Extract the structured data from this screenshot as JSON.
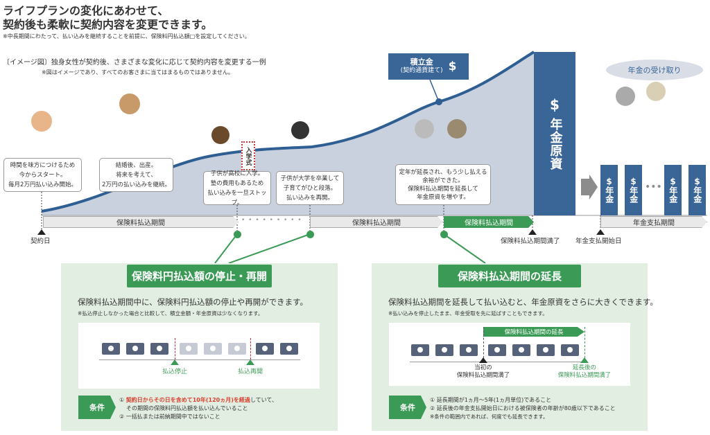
{
  "header": {
    "title_line1": "ライフプランの変化にあわせて、",
    "title_line2": "契約後も柔軟に契約内容を変更できます。",
    "note": "※中長期間にわたって、払い込みを継続することを前提に、保険料円払込額□を設定してください。",
    "caption": "〔イメージ図〕独身女性が契約後、さまざまな変化に応じて契約内容を変更する一例",
    "caption_note": "※図はイメージであり、すべてのお客さまに当てはまるものではありません。"
  },
  "stories": [
    {
      "lines": [
        "時間を味方につけるため",
        "今からスタート。",
        "毎月2万円払い込み開始。"
      ]
    },
    {
      "lines": [
        "結婚後、出産。",
        "将来を考えて、",
        "2万円の払い込みを継続。"
      ]
    },
    {
      "lines": [
        "子供が高校に入学。",
        "塾の費用もあるため",
        "払い込みを一旦ストップ。"
      ]
    },
    {
      "lines": [
        "子供が大学を卒業して",
        "子育てがひと段落。",
        "払い込みを再開。"
      ]
    },
    {
      "lines": [
        "定年が延長され、もう少し払える",
        "余裕ができた。",
        "保険料払込期間を延長して",
        "年金原資を増やす。"
      ]
    }
  ],
  "sign_text": "入学式",
  "bubble": {
    "title": "積立金",
    "sub": "(契約通貨建て)",
    "currency": "$"
  },
  "fund_column": {
    "currency": "$",
    "label": "年金原資"
  },
  "annuity_cloud": "年金の受け取り",
  "annuity_columns": [
    {
      "currency": "$",
      "label": "年金"
    },
    {
      "currency": "$",
      "label": "年金"
    },
    {
      "currency": "$",
      "label": "年金"
    },
    {
      "currency": "$",
      "label": "年金"
    }
  ],
  "annuity_ellipsis": "•••",
  "timeline": {
    "period1": "保険料払込期間",
    "gap_dots": "• • • • • • • • •",
    "period2": "保険料払込期間",
    "period_extended": "保険料払込期間",
    "annuity_period": "年金支払期間",
    "contract_date": "契約日",
    "payment_end": "保険料払込期間満了",
    "annuity_start": "年金支払開始日"
  },
  "panel_left": {
    "title": "保険料円払込額の停止・再開",
    "heading": "保険料払込期間中に、保険料円払込額の停止や再開ができます。",
    "note": "※払込停止しなかった場合と比較して、積立金額・年金原資は少なくなります。",
    "stop_label": "払込停止",
    "resume_label": "払込再開",
    "cond_tag": "条件",
    "cond1_prefix": "① ",
    "cond1_highlight": "契約日からその日を含めて10年(120ヵ月)を経過",
    "cond1_suffix": "していて、",
    "cond1_line2": "その期間の保険料円払込額を払い込んでいること",
    "cond2": "② 一括払または前納期間中ではないこと"
  },
  "panel_right": {
    "title": "保険料払込期間の延長",
    "heading": "保険料払込期間を延長して払い込むと、年金原資をさらに大きくできます。",
    "note": "※払い込みを停止したまま、年金受取を先に延ばすこともできます。",
    "extension_bar": "保険料払込期間の延長",
    "original_end_line1": "当初の",
    "original_end_line2": "保険料払込期間満了",
    "extended_end_line1": "延長後の",
    "extended_end_line2": "保険料払込期間満了",
    "cond_tag": "条件",
    "cond1": "① 延長期間が1ヵ月～5年(1ヵ月単位)であること",
    "cond2": "② 延長後の年金支払開始日における被保険者の年齢が80歳以下であること",
    "cond_note": "※条件の範囲内であれば、何度でも延長できます。"
  },
  "colors": {
    "navy": "#3a6597",
    "area": "#c9d0de",
    "green": "#3b9a55",
    "panel": "#e3eee2"
  }
}
